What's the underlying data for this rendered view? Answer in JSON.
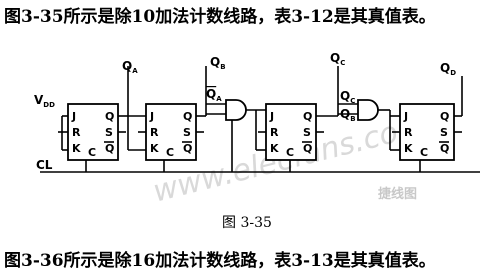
{
  "header_text": "图3-35所示是除10加法计数线路，表3-12是其真值表。",
  "footer_text": "图3-36所示是除16加法计数线路，表3-13是其真值表。",
  "caption": "图 3-35",
  "watermark": "www.elecfans.com",
  "watermark_logo": "捷线图",
  "labels": {
    "vdd": "VDD",
    "cl": "CL",
    "qa": "QA",
    "qb": "QB",
    "qc": "QC",
    "qd": "QD",
    "qa_bar": "QA",
    "qb_in": "QB",
    "qc_in": "QC"
  },
  "flipflop_pins": {
    "j": "J",
    "r": "R",
    "k": "K",
    "c": "C",
    "q": "Q",
    "s": "S",
    "qbar": "Q"
  }
}
